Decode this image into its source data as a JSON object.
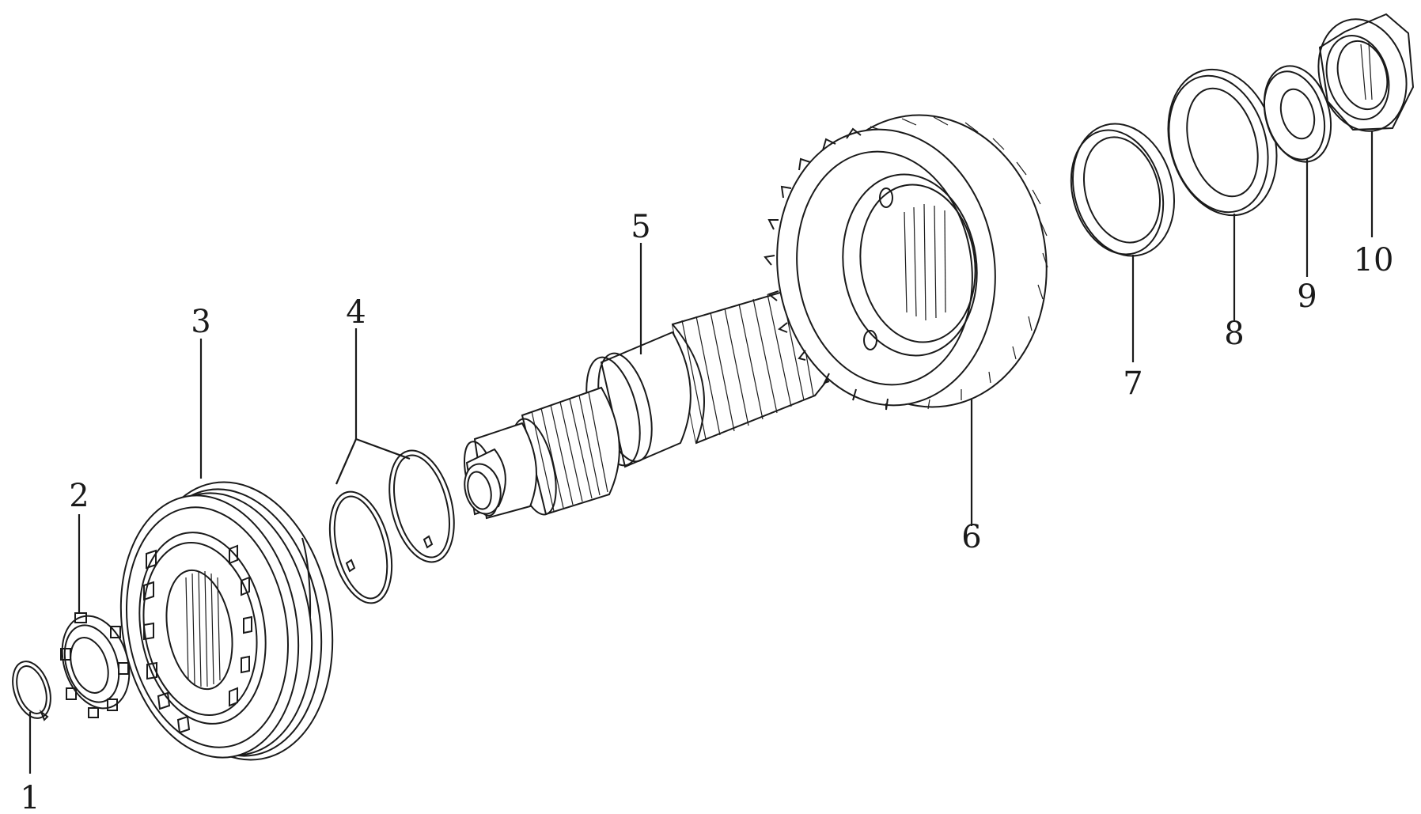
{
  "parts": [
    {
      "id": "1",
      "name": "circlip"
    },
    {
      "id": "2",
      "name": "spline-nut"
    },
    {
      "id": "3",
      "name": "synchronizer-sleeve"
    },
    {
      "id": "4",
      "name": "snap-rings"
    },
    {
      "id": "5",
      "name": "splined-shaft"
    },
    {
      "id": "6",
      "name": "helical-gear"
    },
    {
      "id": "7",
      "name": "bearing-ring"
    },
    {
      "id": "8",
      "name": "thrust-washer"
    },
    {
      "id": "9",
      "name": "spacer-washer"
    },
    {
      "id": "10",
      "name": "hex-nut"
    }
  ]
}
